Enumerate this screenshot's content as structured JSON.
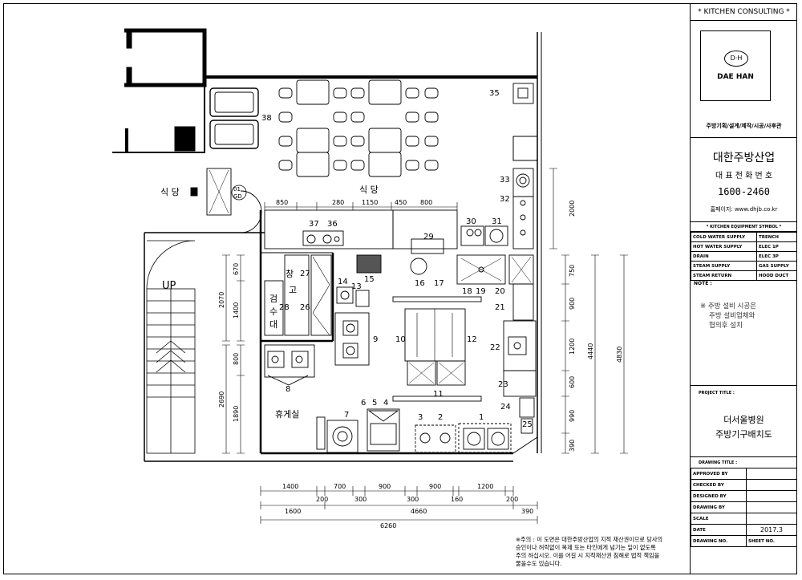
{
  "title_block": {
    "header": "* KITCHEN CONSULTING *",
    "logo_mark": "D·H",
    "logo_text": "DAE HAN",
    "services": "주방기획/설계/제작/시공/사후관",
    "company": "대한주방산업",
    "phone_label": "대 표 전 화 번 호",
    "phone": "1600-2460",
    "homepage": "홈페이지: www.dhjb.co.kr",
    "symbol_header": "* KITCHEN EQUIPMENT SYMBOL *",
    "symbols": [
      [
        "COLD WATER SUPPLY",
        "TRENCH"
      ],
      [
        "HOT WATER SUPPLY",
        "ELEC 1P"
      ],
      [
        "DRAIN",
        "ELEC 3P"
      ],
      [
        "STEAM SUPPLY",
        "GAS SUPPLY"
      ],
      [
        "STEAM RETURN",
        "HOOD DUCT"
      ]
    ],
    "note_label": "NOTE :",
    "note_lines": [
      "※ 주방 설비 시공은",
      "주방 설비업체와",
      "협의후 설치"
    ],
    "project_title_label": "PROJECT TITLE :",
    "project_name": "더서울병원",
    "project_sub": "주방기구배치도",
    "drawing_title_label": "DRAWING TITLE :",
    "approved_label": "APPROVED BY",
    "checked_label": "CHECKED BY",
    "designed_label": "DESIGNED BY",
    "drawn_label": "DRAWING BY",
    "scale_label": "SCALE",
    "date_label": "DATE",
    "date_value": "2017.3",
    "drawing_no_label": "DRAWING NO.",
    "sheet_no_label": "SHEET NO."
  },
  "notice": {
    "line1": "※주의 : 이 도면은 대한주방산업의 지적 재산권이므로 당사의",
    "line2": "승인이나 허락없이 복제 또는 타인에게 넘기는 일이 없도록",
    "line3": "주의 하십시오. 이를 어길 시 지적재산권 침해로 법적 책임을",
    "line4": "물을수도 있습니다."
  },
  "rooms": {
    "dining_hall": "식 당",
    "dining_entry": "식 당",
    "storage_1": "창",
    "storage_2": "고",
    "inspection_1": "검",
    "inspection_2": "수",
    "inspection_3": "대",
    "rest_room": "휴게실",
    "stairs": "UP",
    "tag_top": "01",
    "tag_bottom": "GD"
  },
  "equipment_numbers": [
    "1",
    "2",
    "3",
    "4",
    "5",
    "6",
    "7",
    "8",
    "9",
    "10",
    "11",
    "12",
    "13",
    "14",
    "15",
    "16",
    "17",
    "18",
    "19",
    "20",
    "21",
    "22",
    "23",
    "24",
    "25",
    "26",
    "27",
    "28",
    "29",
    "30",
    "31",
    "32",
    "33",
    "35",
    "36",
    "37",
    "38"
  ],
  "dimensions": {
    "top_row": [
      "850",
      "280",
      "1150",
      "450",
      "800"
    ],
    "right_inner": [
      "750",
      "900",
      "1200",
      "600",
      "990",
      "390"
    ],
    "right_outer_a": "2000",
    "right_outer_b": "4440",
    "right_total": "4830",
    "left_upper": [
      "670",
      "1400"
    ],
    "left_upper_total": "2070",
    "left_lower": [
      "800",
      "1890"
    ],
    "left_lower_total": "2690",
    "bottom_row": [
      "1400",
      "200",
      "700",
      "300",
      "900",
      "300",
      "900",
      "160",
      "1200",
      "200"
    ],
    "bottom_mid": [
      "1600",
      "4660",
      "390"
    ],
    "bottom_total": "6260"
  }
}
